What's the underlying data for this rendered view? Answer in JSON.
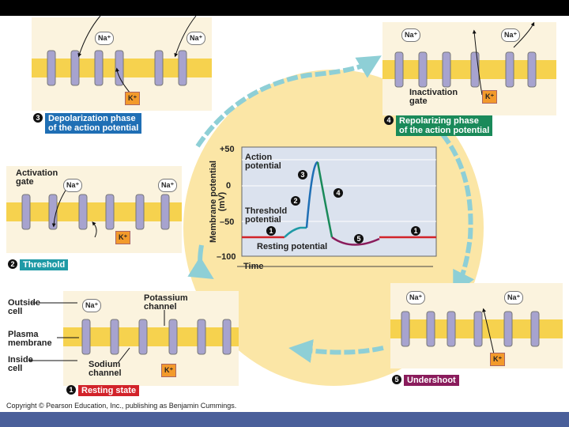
{
  "colors": {
    "blue_box": "#1f6fb5",
    "teal_box": "#1f9aa6",
    "green_box": "#1a8a5a",
    "red_box": "#d2232a",
    "purple_box": "#8a1c5c",
    "membrane": "#f6d24e",
    "channel": "#a7a3cf",
    "background_blob": "#fbe6a6",
    "arrow": "#8ecfd6",
    "potassium_badge": "#f39a2b"
  },
  "ions": {
    "sodium": "Na⁺",
    "potassium": "K⁺"
  },
  "charges": {
    "plus": "+",
    "minus": "–"
  },
  "labels": {
    "outside_cell": "Outside\ncell",
    "plasma_membrane": "Plasma\nmembrane",
    "inside_cell": "Inside\ncell",
    "potassium_channel": "Potassium\nchannel",
    "sodium_channel": "Sodium\nchannel",
    "activation_gate": "Activation\ngate",
    "inactivation_gate": "Inactivation\ngate"
  },
  "steps": [
    {
      "number": "1",
      "label": "Resting state"
    },
    {
      "number": "2",
      "label": "Threshold"
    },
    {
      "number": "3",
      "label": "Depolarization phase\nof the action potential"
    },
    {
      "number": "4",
      "label": "Repolarizing phase\nof the action potential"
    },
    {
      "number": "5",
      "label": "Undershoot"
    }
  ],
  "graph": {
    "ylabel": "Membrane potential\n(mV)",
    "xlabel": "Time",
    "ticks": [
      "+50",
      "0",
      "–50",
      "–100"
    ],
    "annotations": {
      "action_potential": "Action\npotential",
      "threshold": "Threshold\npotential",
      "resting": "Resting potential"
    },
    "markers": [
      "1",
      "2",
      "3",
      "4",
      "5",
      "1"
    ]
  },
  "copyright": "Copyright © Pearson Education, Inc., publishing as Benjamin Cummings."
}
